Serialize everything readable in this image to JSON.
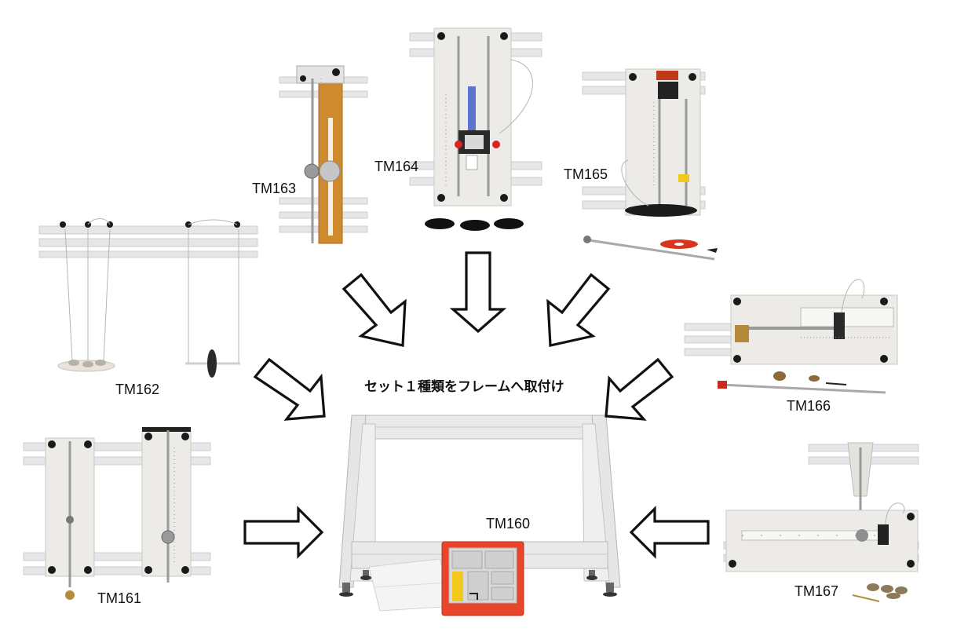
{
  "title": "セット１種類をフレームへ取付け",
  "labels": {
    "tm160": "TM160",
    "tm161": "TM161",
    "tm162": "TM162",
    "tm163": "TM163",
    "tm164": "TM164",
    "tm165": "TM165",
    "tm166": "TM166",
    "tm167": "TM167"
  },
  "colors": {
    "frame": "#e9e9ea",
    "tray_red": "#e8452c",
    "wood": "#d08a2e",
    "outline": "#111111"
  }
}
